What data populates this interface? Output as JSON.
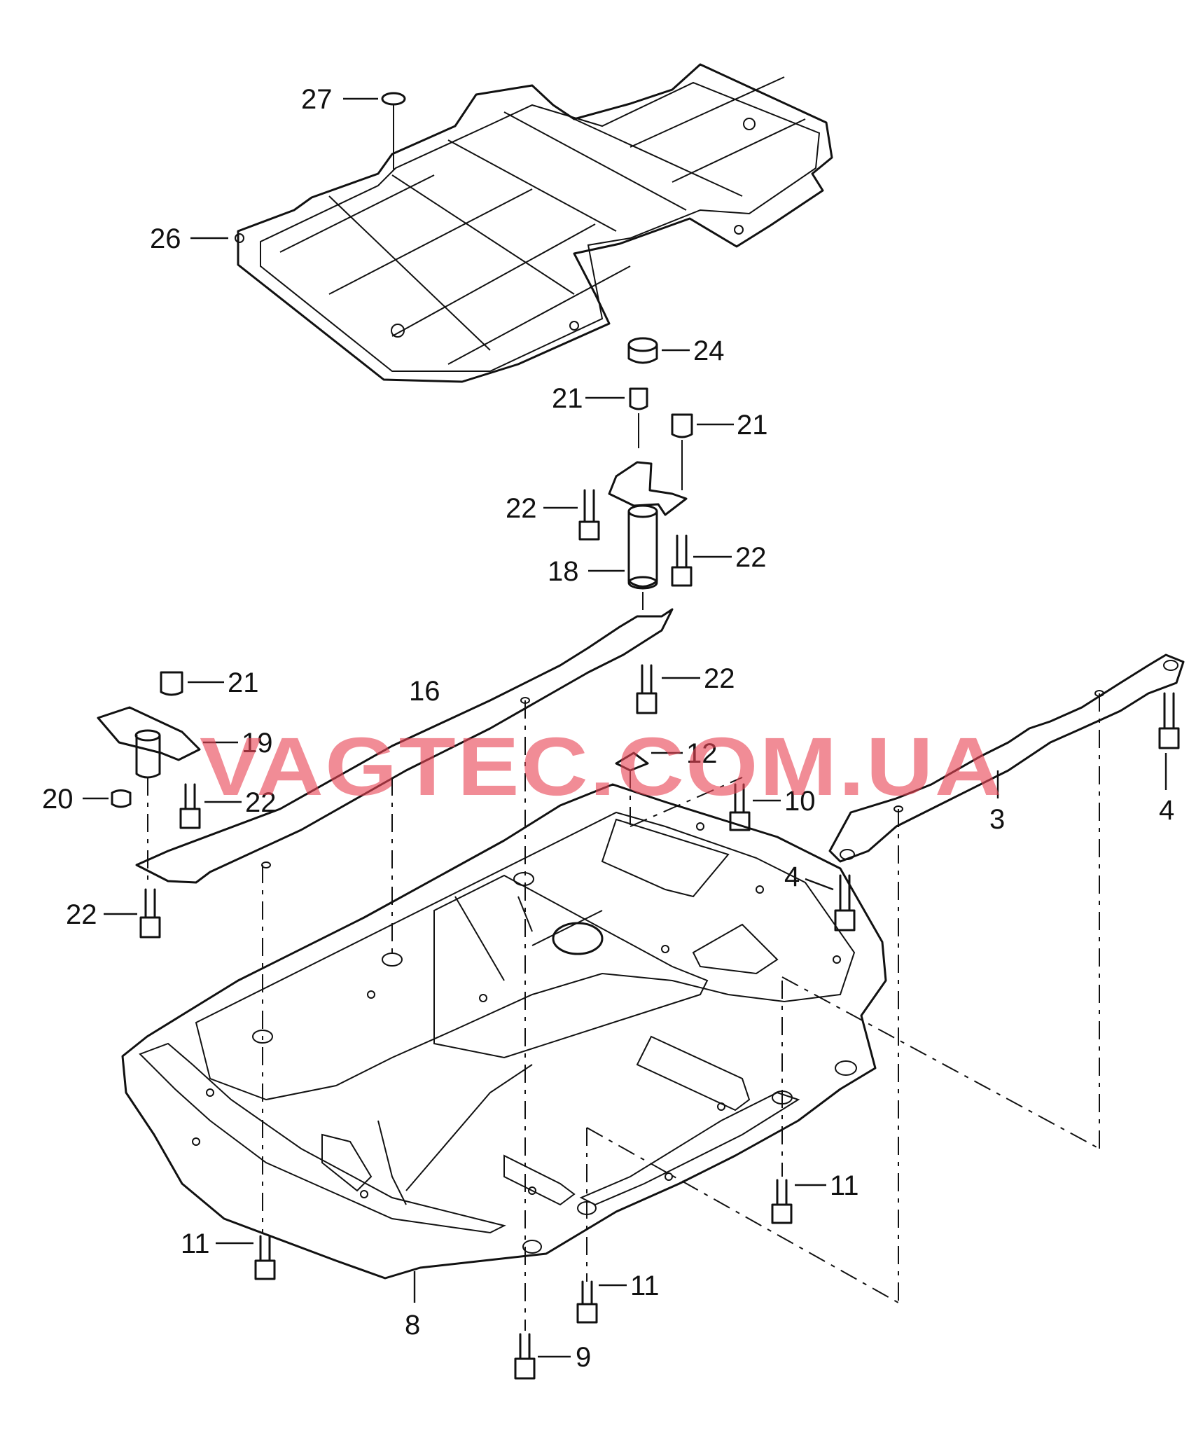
{
  "watermark": "VAGTEC.COM.UA",
  "callouts": {
    "c27": "27",
    "c26": "26",
    "c24": "24",
    "c21a": "21",
    "c21b": "21",
    "c21c": "21",
    "c22a": "22",
    "c22b": "22",
    "c22c": "22",
    "c22d": "22",
    "c22e": "22",
    "c18": "18",
    "c16": "16",
    "c19": "19",
    "c20": "20",
    "c12": "12",
    "c10": "10",
    "c3": "3",
    "c4a": "4",
    "c4b": "4",
    "c11a": "11",
    "c11b": "11",
    "c11c": "11",
    "c8": "8",
    "c9": "9"
  }
}
